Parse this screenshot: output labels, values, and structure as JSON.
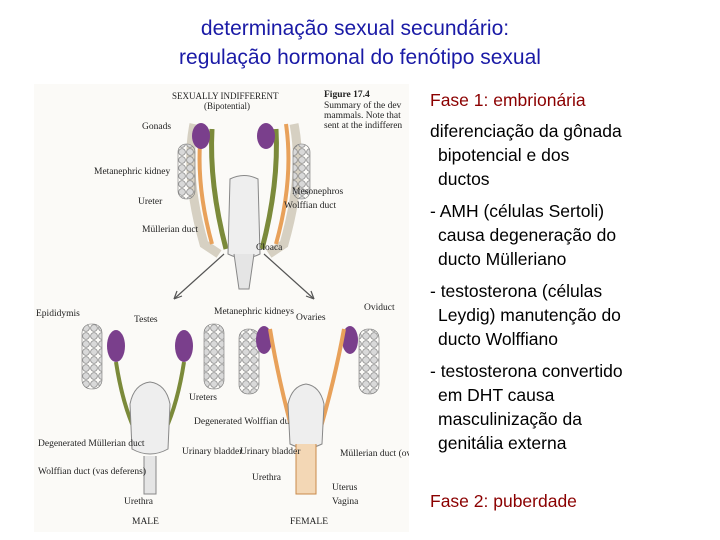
{
  "title": {
    "line1": "determinação sexual secundário:",
    "line2": "regulação hormonal do fenótipo sexual"
  },
  "figure": {
    "heading": "SEXUALLY INDIFFERENT",
    "subheading": "(Bipotential)",
    "caption_title": "Figure 17.4",
    "caption_lines": [
      "Summary of the dev",
      "mammals. Note that",
      "sent at the indifferen"
    ],
    "labels": {
      "gonads": "Gonads",
      "metanephric_kidney": "Metanephric kidney",
      "mesonephros": "Mesonephros",
      "ureter": "Ureter",
      "wolffian_duct": "Wolffian duct",
      "mullerian_duct": "Müllerian duct",
      "cloaca": "Cloaca",
      "epididymis": "Epididymis",
      "testes": "Testes",
      "metanephric_kidneys": "Metanephric kidneys",
      "ovaries": "Ovaries",
      "oviduct": "Oviduct",
      "ureters": "Ureters",
      "degenerated_wolffian_duct": "Degenerated Wolffian duct",
      "degenerated_mullerian_duct": "Degenerated Müllerian duct",
      "wolffian_duct_vas": "Wolffian duct (vas deferens)",
      "urinary_bladder_male": "Urinary bladder",
      "urinary_bladder_female": "Urinary bladder",
      "mullerian_duct_oviduct": "Müllerian duct (oviduct)",
      "urethra_male": "Urethra",
      "urethra_female": "Urethra",
      "uterus": "Uterus",
      "vagina": "Vagina",
      "male": "MALE",
      "female": "FEMALE"
    },
    "colors": {
      "gonad": "#7a3f8c",
      "wolffian": "#7b8a3a",
      "mullerian": "#e8a15a",
      "kidney": "#bfbfbf"
    }
  },
  "text": {
    "fase1": "Fase 1: embrionária",
    "p1": [
      "diferenciação da gônada",
      "bipotencial e dos",
      "ductos"
    ],
    "p2": [
      "- AMH (células Sertoli)",
      "causa degeneração do",
      "ducto Mülleriano"
    ],
    "p3": [
      "- testosterona (células",
      "Leydig) manutenção do",
      "ducto Wolffiano"
    ],
    "p4": [
      "- testosterona convertido",
      "em DHT causa",
      "masculinização da",
      "genitália externa"
    ],
    "fase2": "Fase 2: puberdade"
  }
}
